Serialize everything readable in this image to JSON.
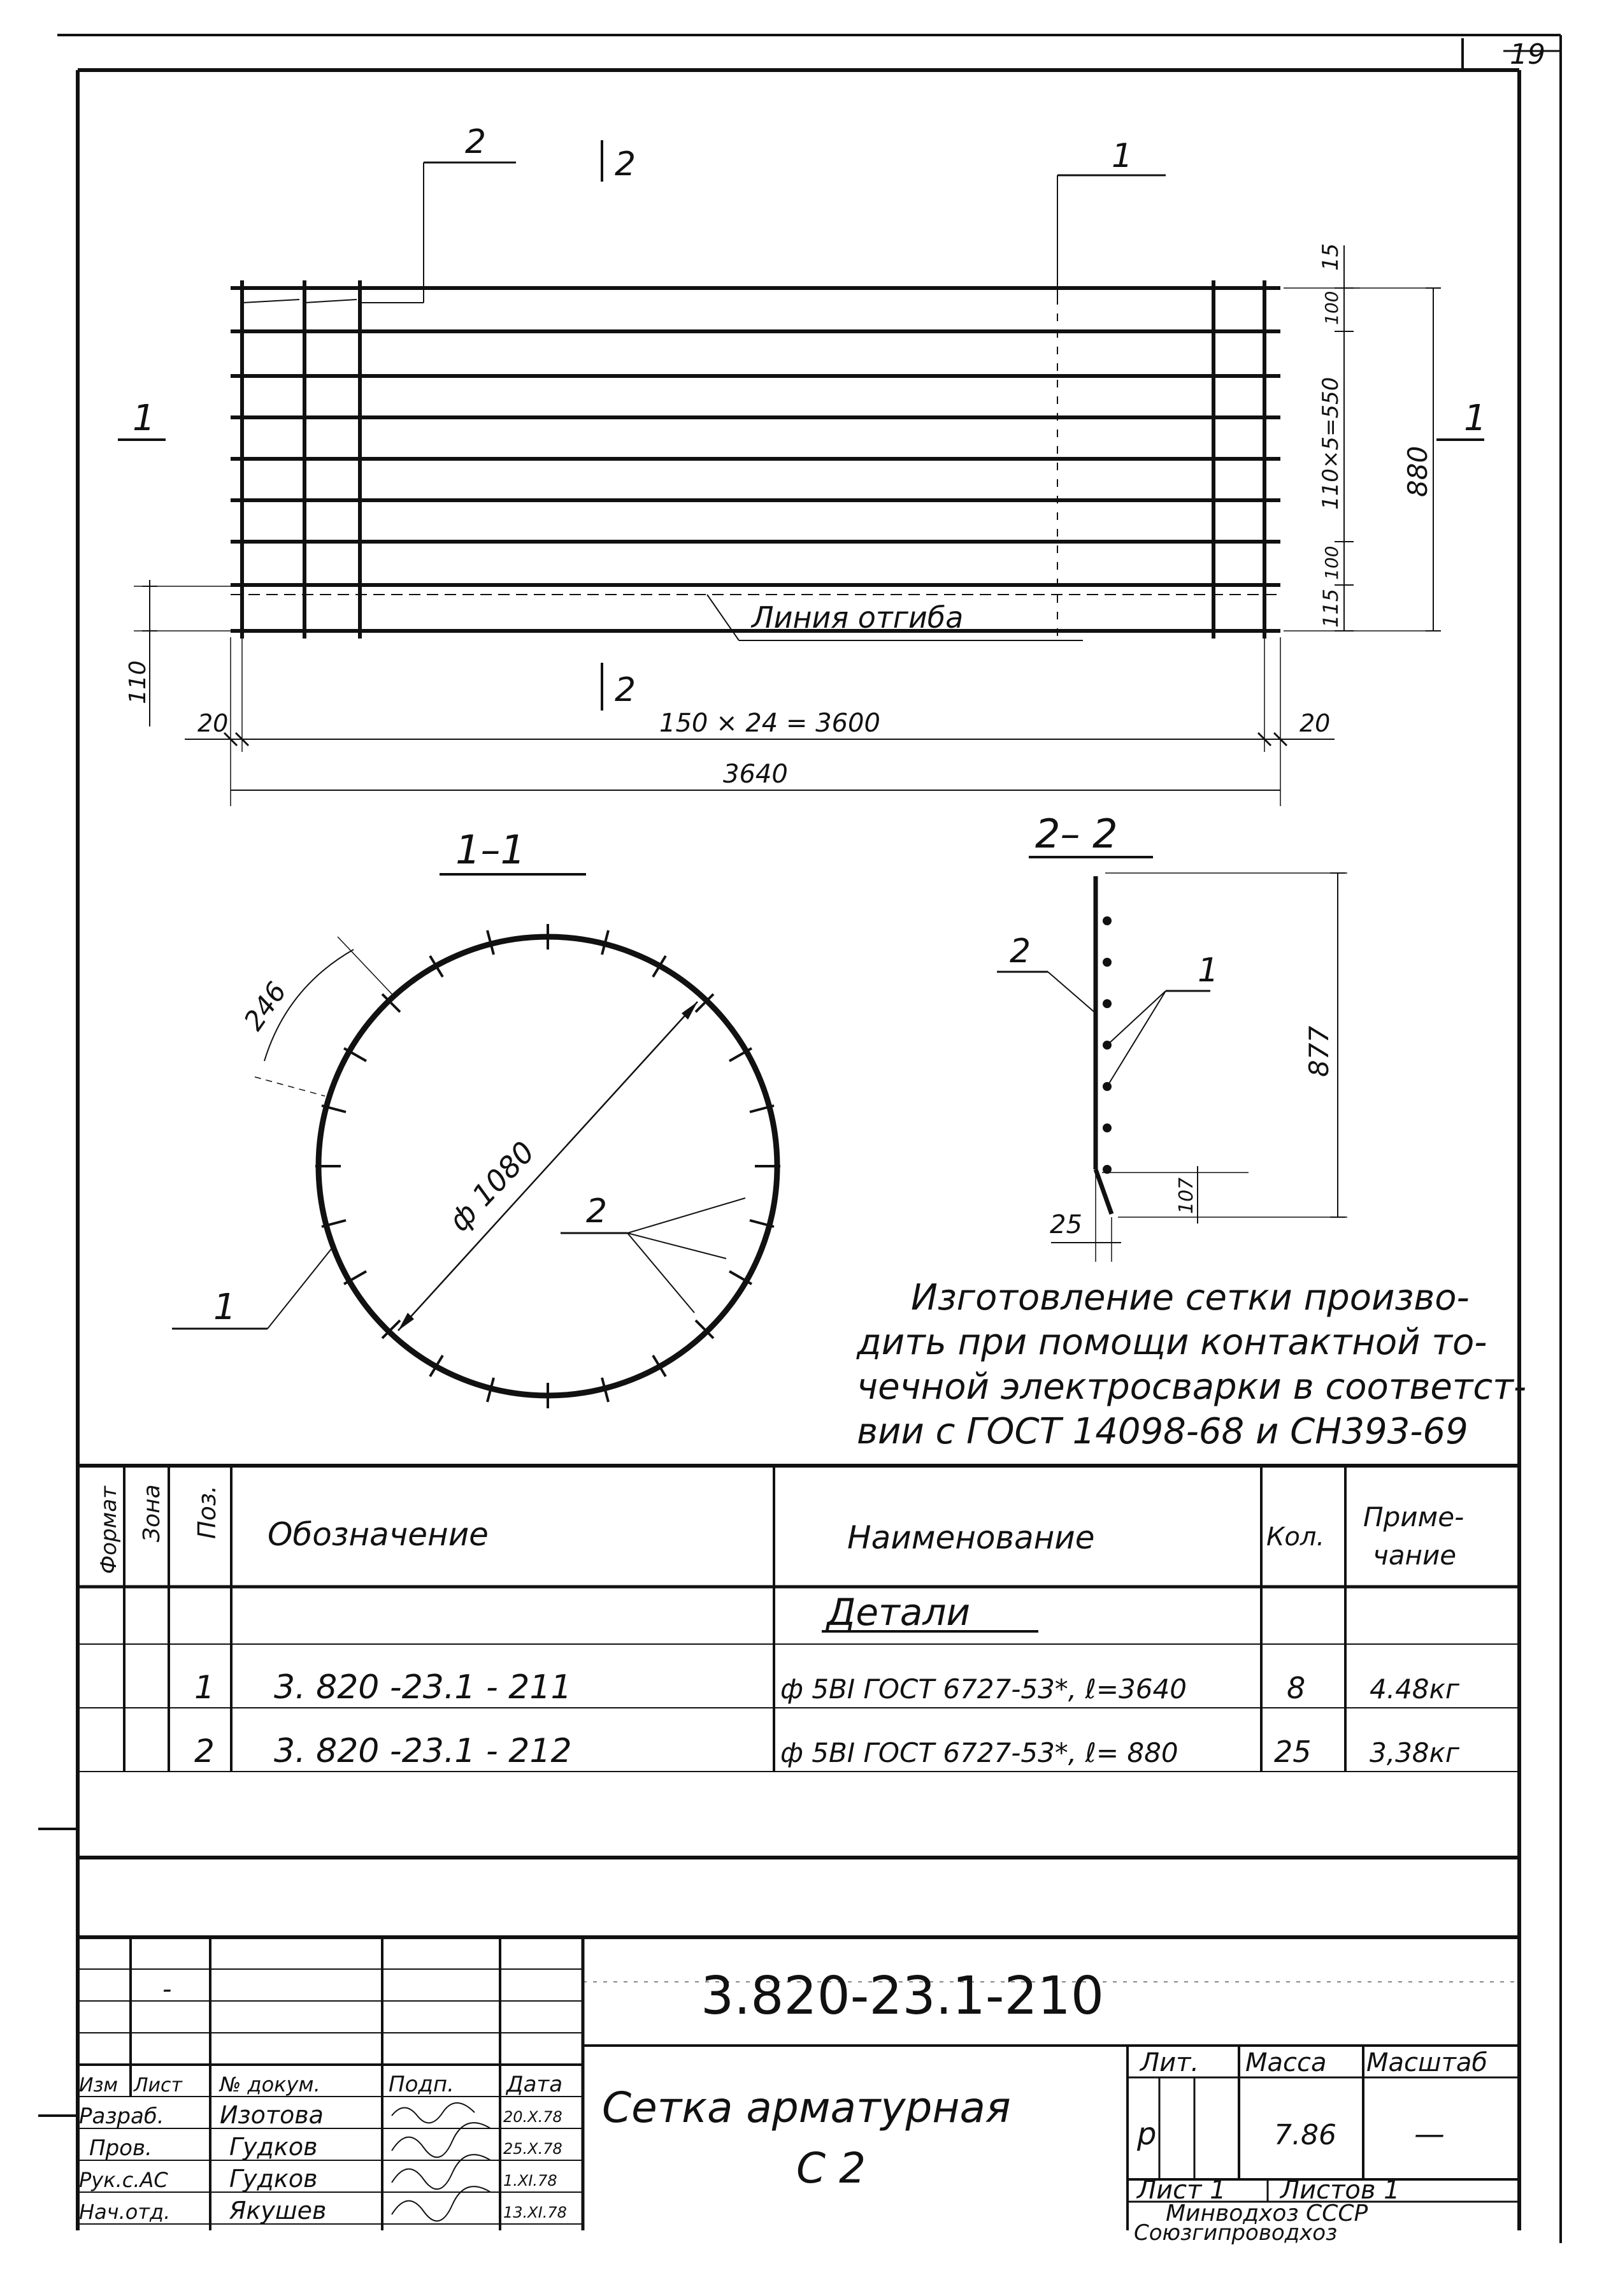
{
  "sheet_number": "19",
  "plan": {
    "callout_pos2": "2",
    "callout_pos1": "1",
    "section_mark_2_top": "2",
    "section_mark_2_bottom": "2",
    "section_mark_1_left": "1",
    "section_mark_1_right": "1",
    "dim_15": "15",
    "dim_100_top": "100",
    "dim_spacing": "110×5=550",
    "dim_100_bottom": "100",
    "dim_115": "115",
    "dim_880": "880",
    "dim_110": "110",
    "dim_20_left": "20",
    "dim_20_right": "20",
    "dim_span": "150 × 24 = 3600",
    "dim_total": "3640",
    "bend_line_label": "Линия отгиба"
  },
  "section_1_1": {
    "title": "1–1",
    "dim_arc": "246",
    "dim_diameter": "ф 1080",
    "callout_1": "1",
    "callout_2": "2"
  },
  "section_2_2": {
    "title": "2– 2",
    "callout_2": "2",
    "callout_1": "1",
    "dim_877": "877",
    "dim_107": "107",
    "dim_25": "25"
  },
  "note": [
    "Изготовление сетки произво-",
    "дить при помощи контактной то-",
    "чечной электросварки в соответст-",
    "вии с ГОСТ 14098-68 и СН393-69"
  ],
  "spec_table": {
    "headers": {
      "format": "Формат",
      "zone": "Зона",
      "pos": "Поз.",
      "designation": "Обозначение",
      "name": "Наименование",
      "qty": "Кол.",
      "note_line1": "Приме-",
      "note_line2": "чание"
    },
    "section_title": "Детали",
    "rows": [
      {
        "pos": "1",
        "designation": "3. 820  -23.1 -  211",
        "name": "ф 5ВI  ГОСТ 6727-53*, ℓ=3640",
        "qty": "8",
        "note": "4.48кг"
      },
      {
        "pos": "2",
        "designation": "3. 820  -23.1  -  212",
        "name": "ф 5ВI ГОСТ 6727-53*, ℓ= 880",
        "qty": "25",
        "note": "3,38кг"
      }
    ]
  },
  "title_block": {
    "dash_mark": "-",
    "code": "3.820-23.1-210",
    "name_line1": "Сетка  арматурная",
    "name_line2": "С 2",
    "col_headers": [
      "Изм",
      "Лист",
      "№ докум.",
      "Подп.",
      "Дата"
    ],
    "staff": [
      {
        "role": "Разраб.",
        "surname": "Изотова",
        "date": "20.X.78"
      },
      {
        "role": "Пров.",
        "surname": "Гудков",
        "date": "25.X.78"
      },
      {
        "role": "Рук.с.АС",
        "surname": "Гудков",
        "date": "1.XI.78"
      },
      {
        "role": "Нач.отд.",
        "surname": "Якушев",
        "date": "13.XI.78"
      }
    ],
    "lit_label": "Лит.",
    "mass_label": "Масса",
    "scale_label": "Масштаб",
    "lit_value": "р",
    "mass_value": "7.86",
    "scale_value": "—",
    "sheet_label": "Лист 1",
    "sheets_label": "Листов 1",
    "org_line1": "Минводхоз СССР",
    "org_line2": "Союзгипроводхоз"
  }
}
